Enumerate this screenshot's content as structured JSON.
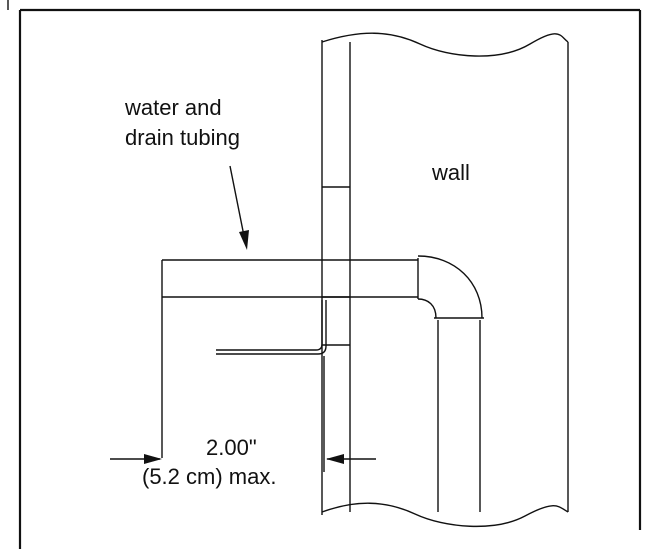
{
  "labels": {
    "tubing_line1": "water and",
    "tubing_line2": "drain tubing",
    "wall": "wall",
    "dimension_value": "2.00\"",
    "dimension_metric": "(5.2 cm) max."
  },
  "colors": {
    "ink": "#111111",
    "background": "#ffffff"
  }
}
